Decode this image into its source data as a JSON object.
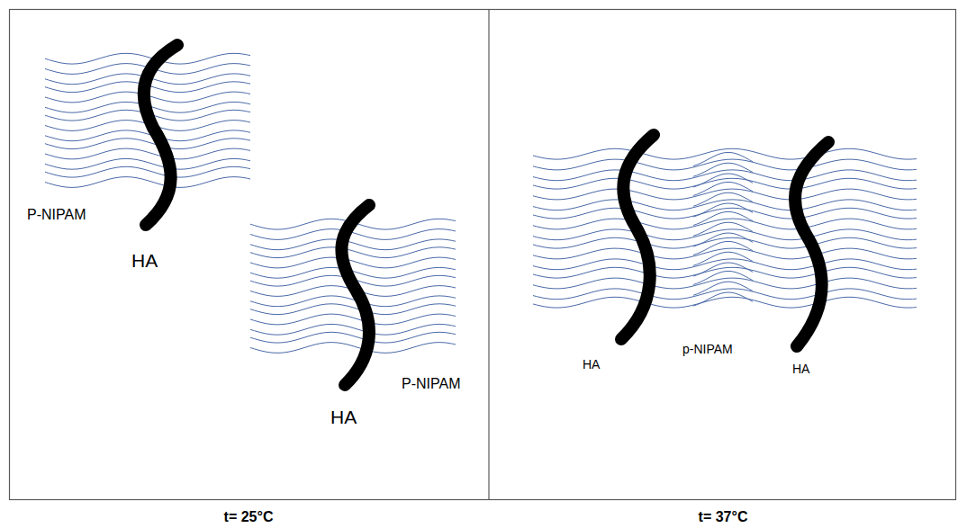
{
  "diagram": {
    "labels": [
      "P-NIPAM",
      "HA",
      "HA",
      "P-NIPAM",
      "HA",
      "p-NIPAM",
      "HA",
      "t= 25°C",
      "t= 37°C"
    ]
  }
}
